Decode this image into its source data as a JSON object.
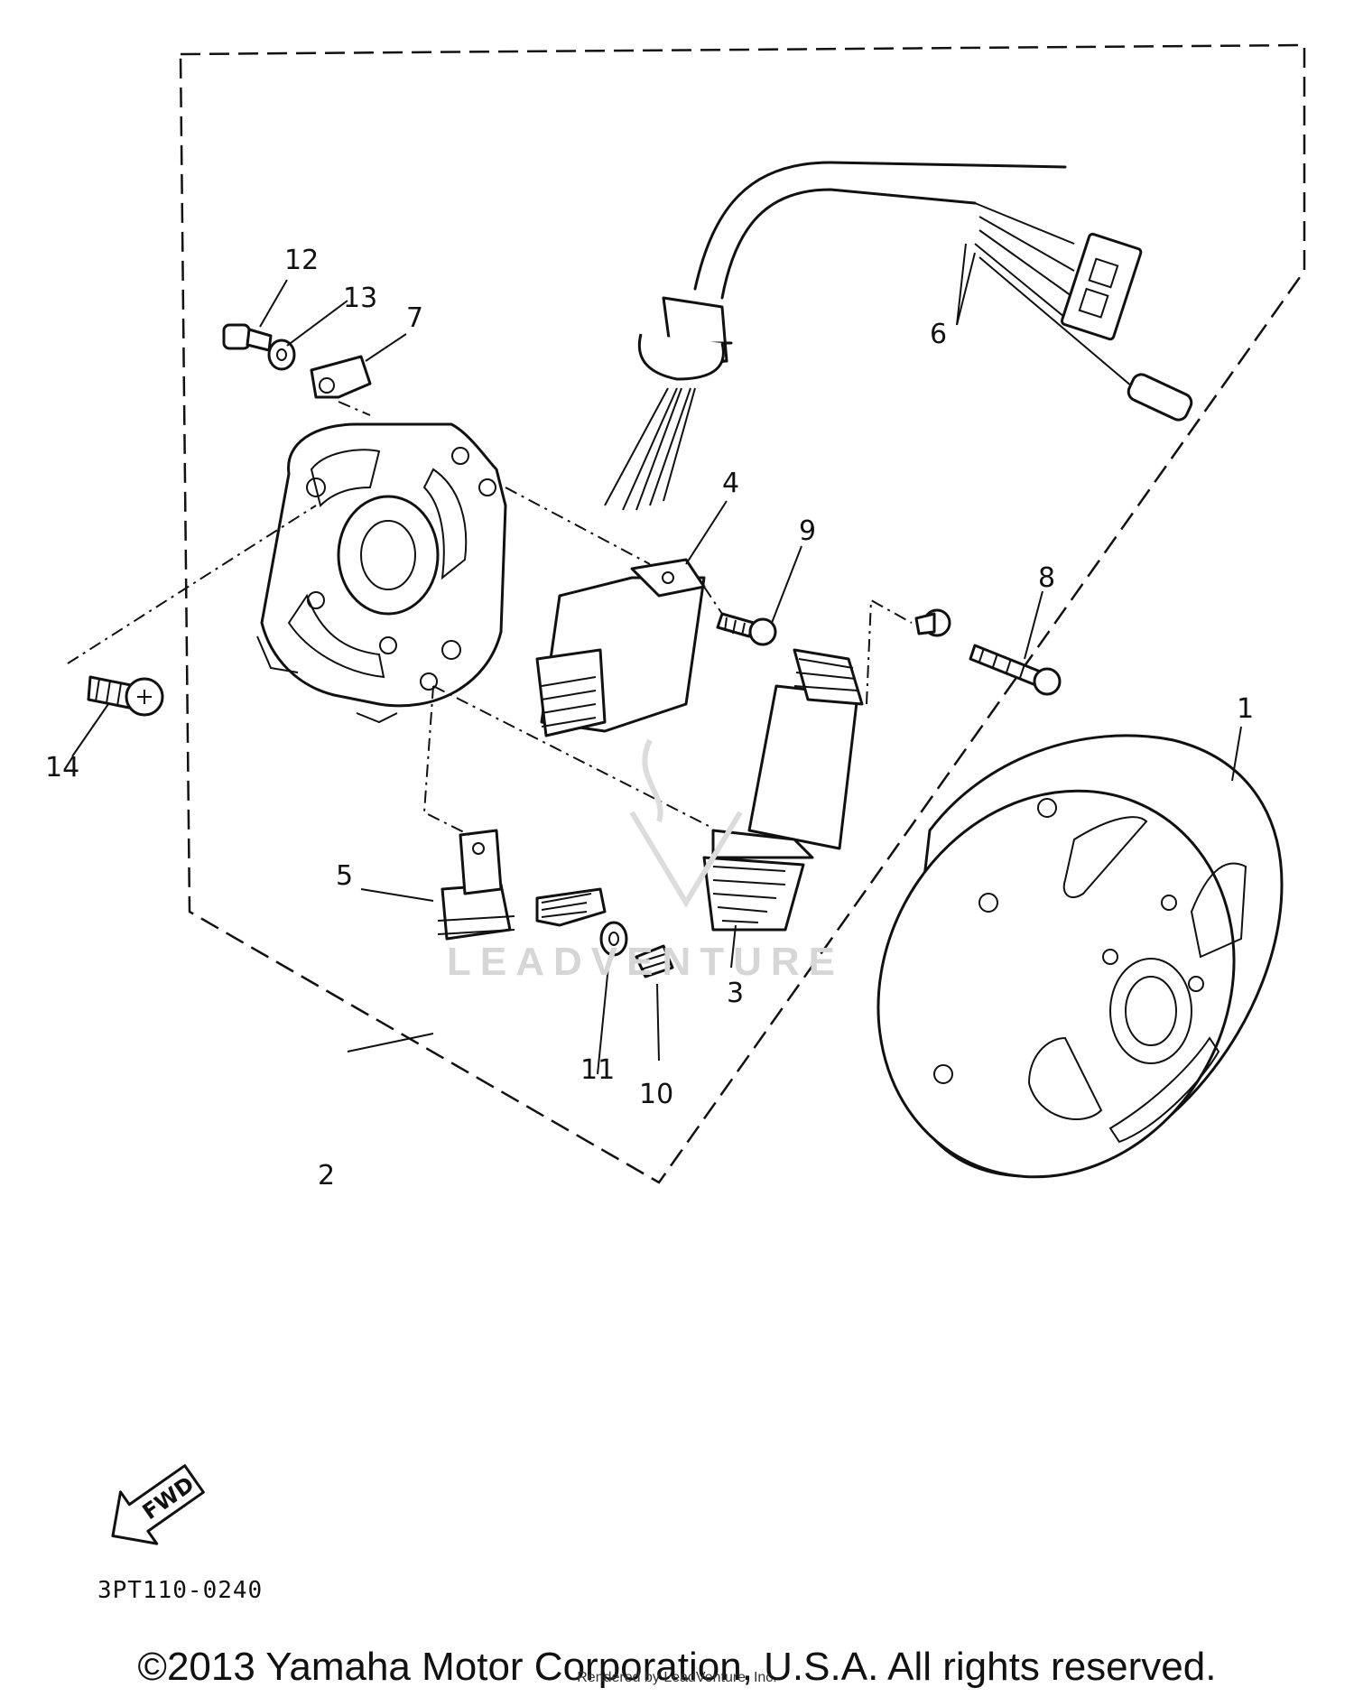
{
  "diagram_code": "3PT110-0240",
  "fwd_label": "FWD",
  "watermark": "LEADVENTURE",
  "copyright": "©2013 Yamaha Motor Corporation, U.S.A. All rights reserved.",
  "rendered_by": "Rendered by LeadVenture, Inc.",
  "callouts": [
    "1",
    "2",
    "3",
    "4",
    "5",
    "6",
    "7",
    "8",
    "9",
    "10",
    "11",
    "12",
    "13",
    "14"
  ]
}
